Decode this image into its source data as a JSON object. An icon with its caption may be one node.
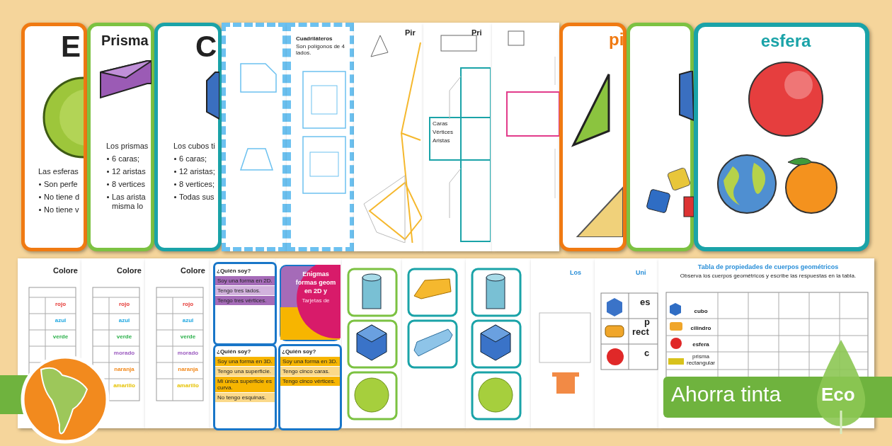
{
  "diagram": {
    "labels": [
      "E",
      "Las esferas",
      "Son perfe",
      "No tiene d",
      "No tiene v",
      "Prisma",
      "Los prismas",
      "6 caras;",
      "12 aristas",
      "8 vertices",
      "Las arista misma lo",
      "C",
      "Los cubos ti",
      "6 caras;",
      "12 aristas;",
      "8 vertices;",
      "Todas sus",
      "Cuadriláteros",
      "Son polígonos de 4 lados.",
      "Pir",
      "Pri",
      "Caras",
      "Vértices",
      "Aristas",
      "pi",
      "esfera",
      "Colore",
      "rojo",
      "azul",
      "verde",
      "Colore",
      "rojo",
      "azul",
      "verde",
      "morado",
      "naranja",
      "amarillo",
      "Colore",
      "rojo",
      "azul",
      "verde",
      "morado",
      "naranja",
      "amarillo",
      "¿Quién soy?",
      "Soy una forma en 2D.",
      "Tengo tres lados.",
      "Tengo tres vértices.",
      "¿Quién soy?",
      "Soy una forma en 3D.",
      "Tengo una superficie.",
      "Mi única superficie es curva.",
      "No tengo esquinas.",
      "Enigmas",
      "formas geom",
      "en 2D y",
      "Tarjetas de",
      "¿Quién soy?",
      "Soy una forma en 3D.",
      "Tengo cinco caras.",
      "Tengo cinco vértices.",
      "Los",
      "Uni",
      "es",
      "p",
      "rect",
      "c",
      "Tabla de propiedades de cuerpos geométricos",
      "Observa los cuerpos geométricos y escribe las respuestas en la tabla.",
      "cubo",
      "cilindro",
      "esfera",
      "prisma rectangular",
      "Ahorra tinta",
      "Eco"
    ]
  }
}
